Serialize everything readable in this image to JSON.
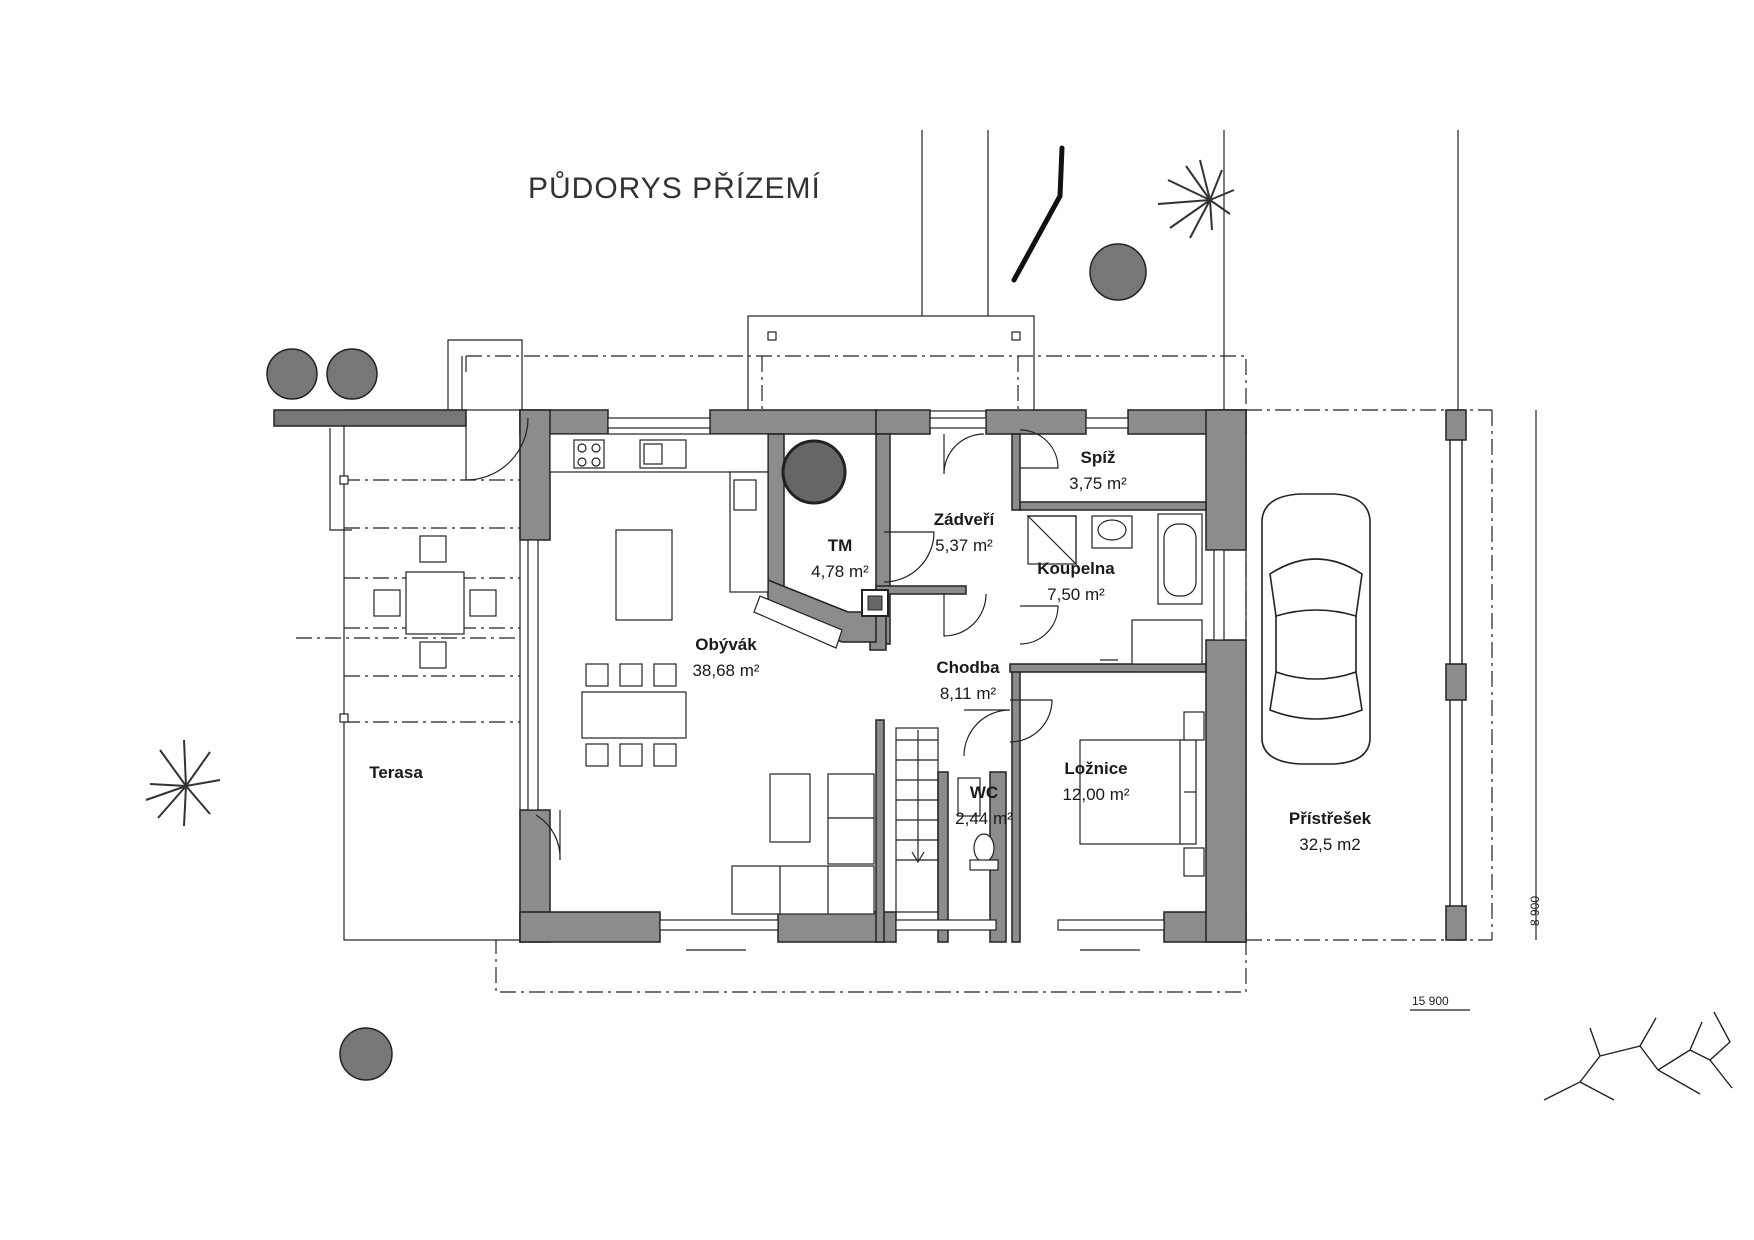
{
  "title": "PŮDORYS  PŘÍZEMÍ",
  "rooms": {
    "spiz": {
      "name": "Spíž",
      "area": "3,75 m²"
    },
    "tm": {
      "name": "TM",
      "area": "4,78 m²"
    },
    "zadveri": {
      "name": "Zádveří",
      "area": "5,37 m²"
    },
    "koupelna": {
      "name": "Koupelna",
      "area": "7,50 m²"
    },
    "obyvak": {
      "name": "Obývák",
      "area": "38,68 m²"
    },
    "chodba": {
      "name": "Chodba",
      "area": "8,11 m²"
    },
    "loznice": {
      "name": "Ložnice",
      "area": "12,00 m²"
    },
    "wc": {
      "name": "WC",
      "area": "2,44 m²"
    },
    "terasa": {
      "name": "Terasa",
      "area": ""
    },
    "pristresek": {
      "name": "Přístřešek",
      "area": "32,5 m2"
    }
  },
  "dimensions": {
    "width": "15 900",
    "depth": "8 900"
  },
  "colors": {
    "wall": "#8c8c8c",
    "line": "#222222",
    "furniture": "#555555",
    "background": "#ffffff"
  },
  "icons": [
    "north-arrow-icon",
    "tree-icon",
    "shrub-icon",
    "car-icon",
    "stove-icon"
  ]
}
